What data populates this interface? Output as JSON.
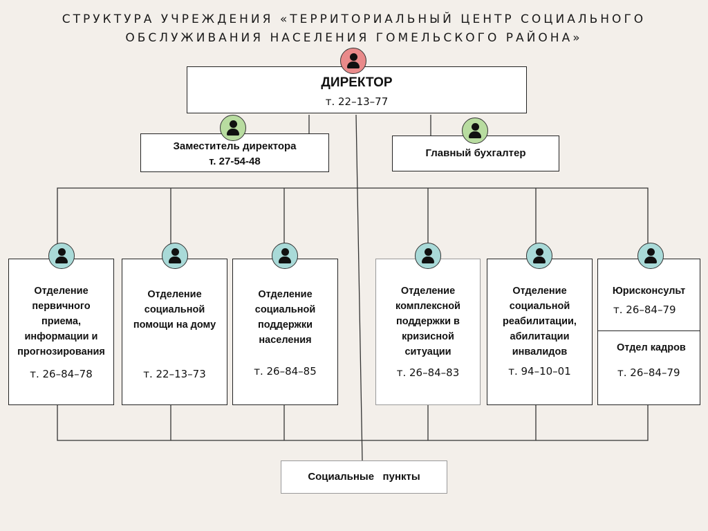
{
  "title_line1": "СТРУКТУРА УЧРЕЖДЕНИЯ «ТЕРРИТОРИАЛЬНЫЙ ЦЕНТР СОЦИАЛЬНОГО",
  "title_line2": "ОБСЛУЖИВАНИЯ НАСЕЛЕНИЯ ГОМЕЛЬСКОГО РАЙОНА»",
  "director": {
    "label": "ДИРЕКТОР",
    "phone": "т. 22–13–77"
  },
  "deputy": {
    "label": "Заместитель директора",
    "phone": "т. 27-54-48"
  },
  "accountant": {
    "label": "Главный бухгалтер"
  },
  "departments": [
    {
      "lines": [
        "Отделение",
        "первичного",
        "приема,",
        "информации и",
        "прогнозирования"
      ],
      "phone": "т. 26–84–78"
    },
    {
      "lines": [
        "Отделение",
        "социальной",
        "помощи на дому"
      ],
      "phone": "т. 22–13–73"
    },
    {
      "lines": [
        "Отделение",
        "социальной",
        "поддержки",
        "населения"
      ],
      "phone": "т. 26–84–85"
    },
    {
      "lines": [
        "Отделение",
        "комплексной",
        "поддержки в",
        "кризисной",
        "ситуации"
      ],
      "phone": "т. 26–84–83"
    },
    {
      "lines": [
        "Отделение",
        "социальной",
        "реабилитации,",
        "абилитации",
        "инвалидов"
      ],
      "phone": "т. 94–10–01"
    }
  ],
  "legal": {
    "label": "Юрисконсульт",
    "phone": "т. 26–84–79"
  },
  "hr": {
    "label": "Отдел кадров",
    "phone": "т. 26–84–79"
  },
  "social_points": {
    "label": "Социальные   пункты"
  },
  "colors": {
    "director_avatar": "#e98a8a",
    "deputy_avatar": "#b8dca0",
    "dept_avatar": "#a9dad8",
    "background": "#f3efea"
  },
  "icons": [
    "person-icon"
  ]
}
